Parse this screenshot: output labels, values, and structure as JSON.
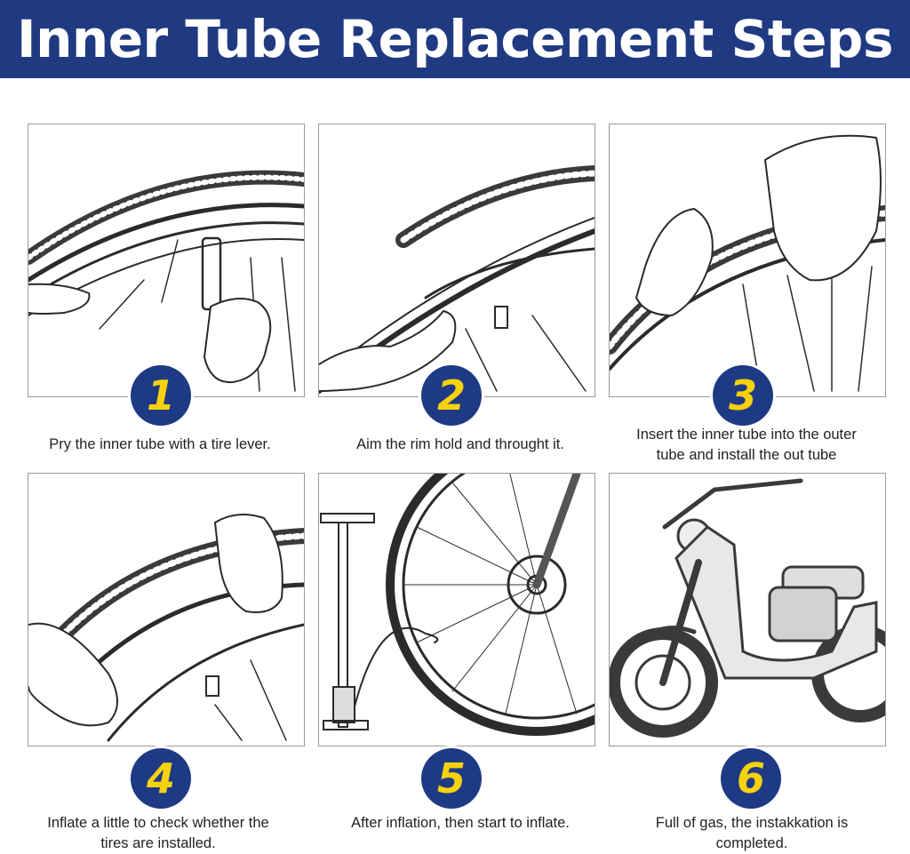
{
  "header": {
    "title": "Inner Tube Replacement Steps"
  },
  "colors": {
    "banner": "#203a82",
    "badge": "#1f3a84",
    "badge_number": "#f6d20c"
  },
  "steps": [
    {
      "number": "1",
      "caption_line1": "Pry the inner tube with a tire lever.",
      "caption_line2": "",
      "illustration": "tire-lever-prying-sketch"
    },
    {
      "number": "2",
      "caption_line1": "Aim the rim hold and throught it.",
      "caption_line2": "",
      "illustration": "valve-through-rim-sketch"
    },
    {
      "number": "3",
      "caption_line1": "Insert the inner tube into the outer",
      "caption_line2": "tube and install the out tube",
      "illustration": "tire-install-sketch"
    },
    {
      "number": "4",
      "caption_line1": "Inflate a little to check whether the",
      "caption_line2": "tires are installed.",
      "illustration": "tire-check-sketch"
    },
    {
      "number": "5",
      "caption_line1": "After inflation, then start to inflate.",
      "caption_line2": "",
      "illustration": "floor-pump-wheel-sketch"
    },
    {
      "number": "6",
      "caption_line1": "Full of gas, the instakkation is",
      "caption_line2": "completed.",
      "illustration": "electric-scooter-sketch"
    }
  ]
}
